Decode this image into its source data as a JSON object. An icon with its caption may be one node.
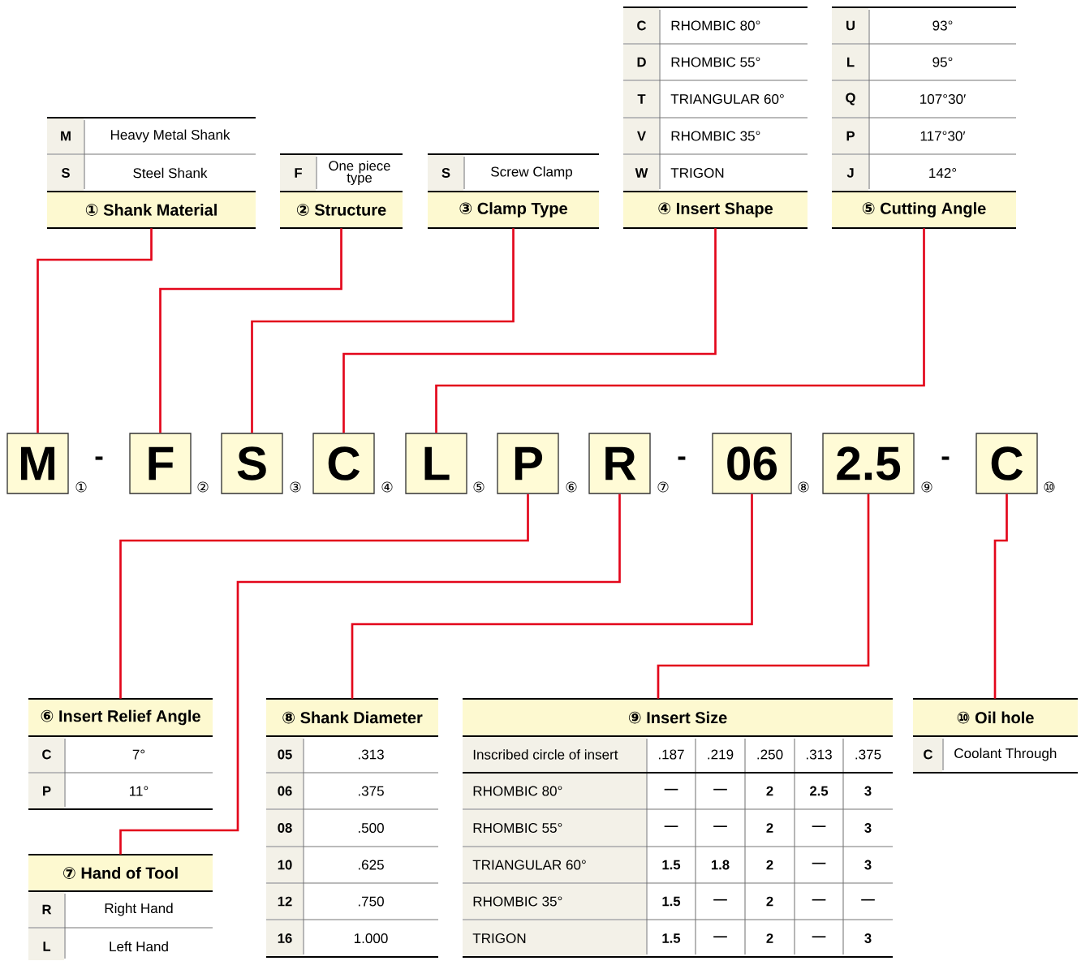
{
  "diagram": {
    "nodes": [
      {
        "text": [
          "① Shank Material"
        ]
      },
      {
        "text": [
          "② Structure"
        ]
      },
      {
        "text": [
          "③ Clamp Type"
        ]
      },
      {
        "text": [
          "④ Insert Shape"
        ]
      },
      {
        "text": [
          "⑤ Cutting Angle"
        ]
      },
      {
        "text": [
          "M"
        ],
        "beside": [
          "①"
        ]
      },
      {
        "text": [
          "F"
        ],
        "beside": [
          "②"
        ]
      },
      {
        "text": [
          "S"
        ],
        "beside": [
          "③"
        ]
      },
      {
        "text": [
          "C"
        ],
        "beside": [
          "④"
        ]
      },
      {
        "text": [
          "L"
        ],
        "beside": [
          "⑤"
        ]
      },
      {
        "text": [
          "P"
        ],
        "beside": [
          "⑥"
        ]
      },
      {
        "text": [
          "R"
        ],
        "beside": [
          "⑦"
        ]
      },
      {
        "text": [
          "06"
        ],
        "beside": [
          "⑧"
        ]
      },
      {
        "text": [
          "2.5"
        ],
        "beside": [
          "⑨"
        ]
      },
      {
        "text": [
          "C"
        ],
        "beside": [
          "⑩"
        ]
      },
      {
        "text": [
          "⑥ Insert Relief Angle"
        ]
      },
      {
        "text": [
          "⑧ Shank Diameter"
        ]
      },
      {
        "text": [
          "⑨ Insert Size"
        ]
      },
      {
        "text": [
          "⑩ Oil hole"
        ]
      },
      {
        "text": [
          "⑦ Hand of Tool"
        ]
      }
    ],
    "edges": [
      {
        "from": 5,
        "to": 0,
        "arrow": "none"
      },
      {
        "from": 6,
        "to": 1,
        "arrow": "none"
      },
      {
        "from": 7,
        "to": 2,
        "arrow": "none"
      },
      {
        "from": 8,
        "to": 3,
        "arrow": "none"
      },
      {
        "from": 9,
        "to": 4,
        "arrow": "none"
      },
      {
        "from": 10,
        "to": 15,
        "arrow": "none"
      },
      {
        "from": 11,
        "to": 19,
        "arrow": "none"
      },
      {
        "from": 12,
        "to": 16,
        "arrow": "none"
      },
      {
        "from": 13,
        "to": 17,
        "arrow": "none"
      },
      {
        "from": 14,
        "to": 18,
        "arrow": "none"
      }
    ],
    "labels": [
      "-",
      "-",
      "-",
      "M",
      "Heavy Metal Shank",
      "S",
      "Steel Shank",
      "F",
      "One piece type",
      "S",
      "Screw Clamp",
      "C",
      "RHOMBIC 80°",
      "D",
      "RHOMBIC 55°",
      "T",
      "TRIANGULAR 60°",
      "V",
      "RHOMBIC 35°",
      "W",
      "TRIGON",
      "U",
      "93°",
      "L",
      "95°",
      "Q",
      "107°30′",
      "P",
      "117°30′",
      "J",
      "142°",
      "C",
      "7°",
      "P",
      "11°",
      "05",
      ".313",
      "06",
      ".375",
      "08",
      ".500",
      "10",
      ".625",
      "12",
      ".750",
      "16",
      "1.000",
      "Inscribed circle of insert",
      ".187",
      ".219",
      ".250",
      ".313",
      ".375",
      "RHOMBIC 80°",
      "—",
      "—",
      "2",
      "2.5",
      "3",
      "RHOMBIC 55°",
      "—",
      "—",
      "2",
      "—",
      "3",
      "TRIANGULAR 60°",
      "1.5",
      "1.8",
      "2",
      "—",
      "3",
      "RHOMBIC 35°",
      "1.5",
      "—",
      "2",
      "—",
      "—",
      "TRIGON",
      "1.5",
      "—",
      "2",
      "—",
      "3",
      "C",
      "Coolant Through",
      "R",
      "Right Hand",
      "L",
      "Left Hand"
    ]
  }
}
